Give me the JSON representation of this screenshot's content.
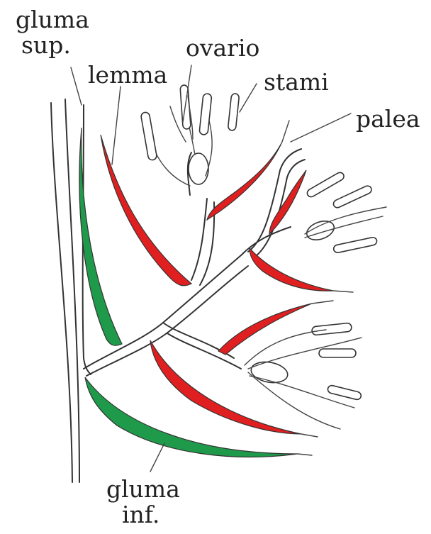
{
  "labels": {
    "gluma_sup_1": "gluma",
    "gluma_sup_2": "sup.",
    "lemma": "lemma",
    "ovario": "ovario",
    "stami": "stami",
    "palea": "palea",
    "gluma_inf_1": "gluma",
    "gluma_inf_2": "inf."
  },
  "colors": {
    "lemma_palea": "#e02020",
    "gluma": "#1f9a4a",
    "ink": "#333333"
  }
}
